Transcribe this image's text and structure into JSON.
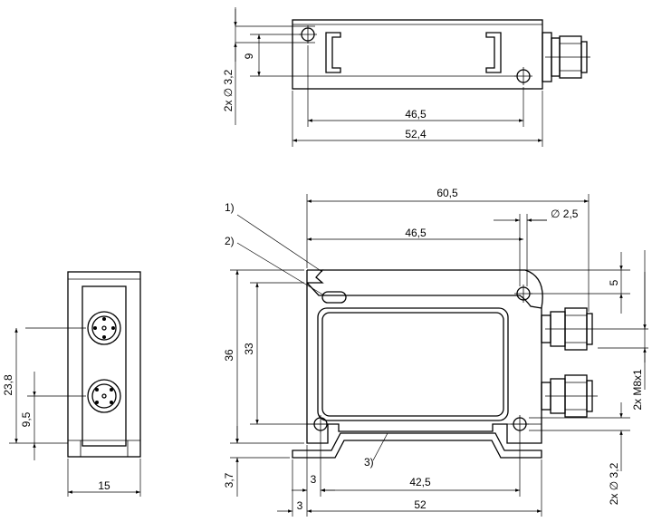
{
  "top_view": {
    "dims": {
      "hole_diameter": "2x ∅ 3,2",
      "hole_offset": "9",
      "hole_spacing": "46,5",
      "body_length": "52,4"
    }
  },
  "side_view": {
    "dims": {
      "height_total": "23,8",
      "height_lower": "9,5",
      "width": "15"
    }
  },
  "front_view": {
    "callouts": {
      "one": "1)",
      "two": "2)",
      "three": "3)"
    },
    "dims": {
      "overall_length": "60,5",
      "pin_diameter": "∅ 2,5",
      "hole_spacing_top": "46,5",
      "pin_offset": "5",
      "connector_thread": "2x M8x1",
      "height_total": "36",
      "height_body": "33",
      "bracket_height": "3,7",
      "edge_left": "3",
      "hole_spacing_bottom": "42,5",
      "edge_bottom": "3",
      "base_length": "52",
      "bottom_hole_diameter": "2x ∅ 3,2"
    }
  }
}
